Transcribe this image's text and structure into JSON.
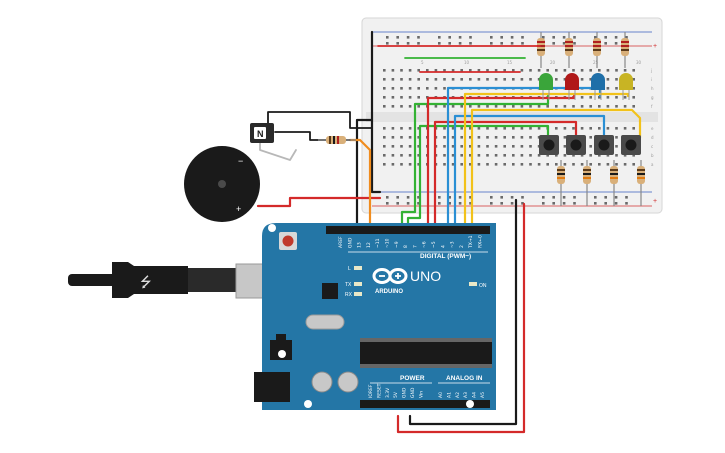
{
  "board": {
    "brand": "ARDUINO",
    "model": "UNO",
    "digital_label": "DIGITAL (PWM~)",
    "power_label": "POWER",
    "analog_label": "ANALOG IN",
    "on_label": "ON",
    "l_label": "L",
    "tx_label": "TX",
    "rx_label": "RX",
    "top_pins": [
      "AREF",
      "GND",
      "13",
      "12",
      "~11",
      "~10",
      "~9",
      "8",
      "7",
      "~6",
      "~5",
      "4",
      "~3",
      "2",
      "TX→1",
      "RX←0"
    ],
    "power_pins": [
      "IOREF",
      "RESET",
      "3.3V",
      "5V",
      "GND",
      "GND",
      "Vin"
    ],
    "analog_pins": [
      "A0",
      "A1",
      "A2",
      "A3",
      "A4",
      "A5"
    ]
  },
  "breadboard": {
    "row_letters_top": [
      "j",
      "i",
      "h",
      "g",
      "f"
    ],
    "row_letters_bottom": [
      "e",
      "d",
      "c",
      "b",
      "a"
    ],
    "column_numbers": [
      "5",
      "10",
      "15",
      "20",
      "25",
      "30"
    ],
    "rail_plus": "+",
    "rail_minus": "−"
  },
  "transistor": {
    "marking": "N"
  },
  "buzzer": {
    "minus": "−",
    "plus": "+"
  },
  "leds": [
    {
      "name": "green",
      "color": "#3aa53a"
    },
    {
      "name": "red",
      "color": "#b01818"
    },
    {
      "name": "blue",
      "color": "#1f6fa8"
    },
    {
      "name": "yellow",
      "color": "#c8b424"
    }
  ],
  "wire_colors": {
    "black": "#1a1a1a",
    "red": "#d42a2a",
    "green": "#33b233",
    "blue": "#2a8fd4",
    "yellow": "#f2c21a",
    "orange": "#f08c1e"
  }
}
